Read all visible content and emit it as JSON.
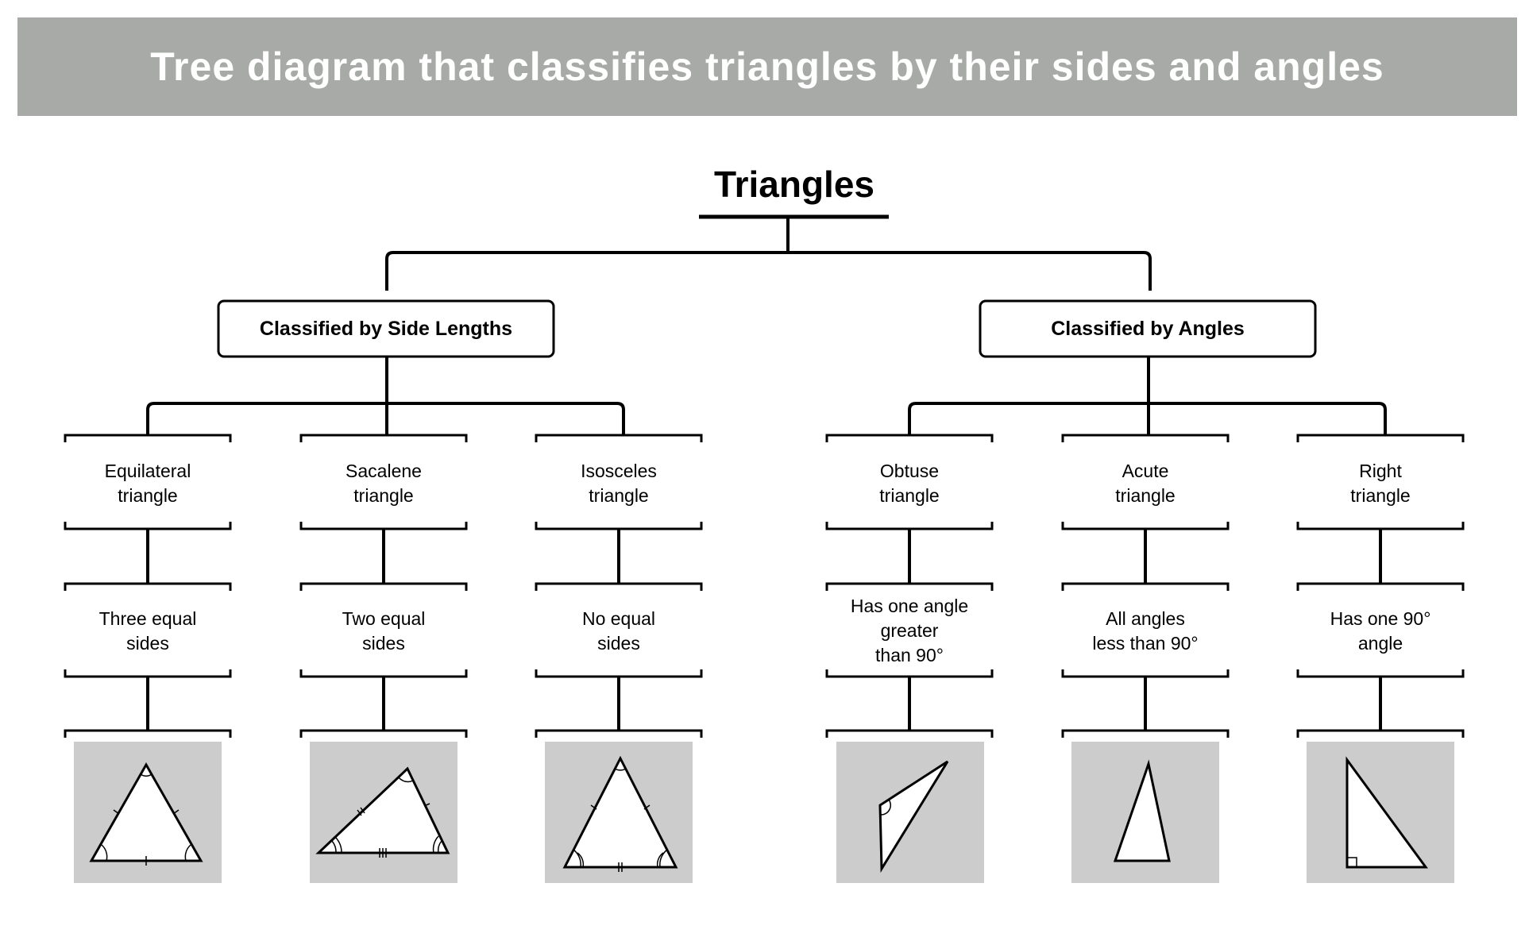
{
  "header": {
    "title": "Tree diagram that classifies triangles by their sides and angles",
    "background_color": "#a7aaa6",
    "text_color": "#ffffff"
  },
  "root": {
    "label": "Triangles"
  },
  "categories": [
    {
      "label": "Classified by Side Lengths",
      "children": [
        {
          "name_lines": [
            "Equilateral",
            "triangle"
          ],
          "description_lines": [
            "Three equal",
            "sides"
          ],
          "shape": "equilateral-triangle"
        },
        {
          "name_lines": [
            "Sacalene",
            "triangle"
          ],
          "description_lines": [
            "Two equal",
            "sides"
          ],
          "shape": "scalene-triangle"
        },
        {
          "name_lines": [
            "Isosceles",
            "triangle"
          ],
          "description_lines": [
            "No equal",
            "sides"
          ],
          "shape": "isosceles-triangle"
        }
      ]
    },
    {
      "label": "Classified by Angles",
      "children": [
        {
          "name_lines": [
            "Obtuse",
            "triangle"
          ],
          "description_lines": [
            "Has one angle",
            "greater",
            "than 90°"
          ],
          "shape": "obtuse-triangle"
        },
        {
          "name_lines": [
            "Acute",
            "triangle"
          ],
          "description_lines": [
            "All angles",
            "less than 90°"
          ],
          "shape": "acute-triangle"
        },
        {
          "name_lines": [
            "Right",
            "triangle"
          ],
          "description_lines": [
            "Has one 90°",
            "angle"
          ],
          "shape": "right-triangle"
        }
      ]
    }
  ],
  "colors": {
    "illustration_background": "#cccccc",
    "lines": "#000000"
  }
}
